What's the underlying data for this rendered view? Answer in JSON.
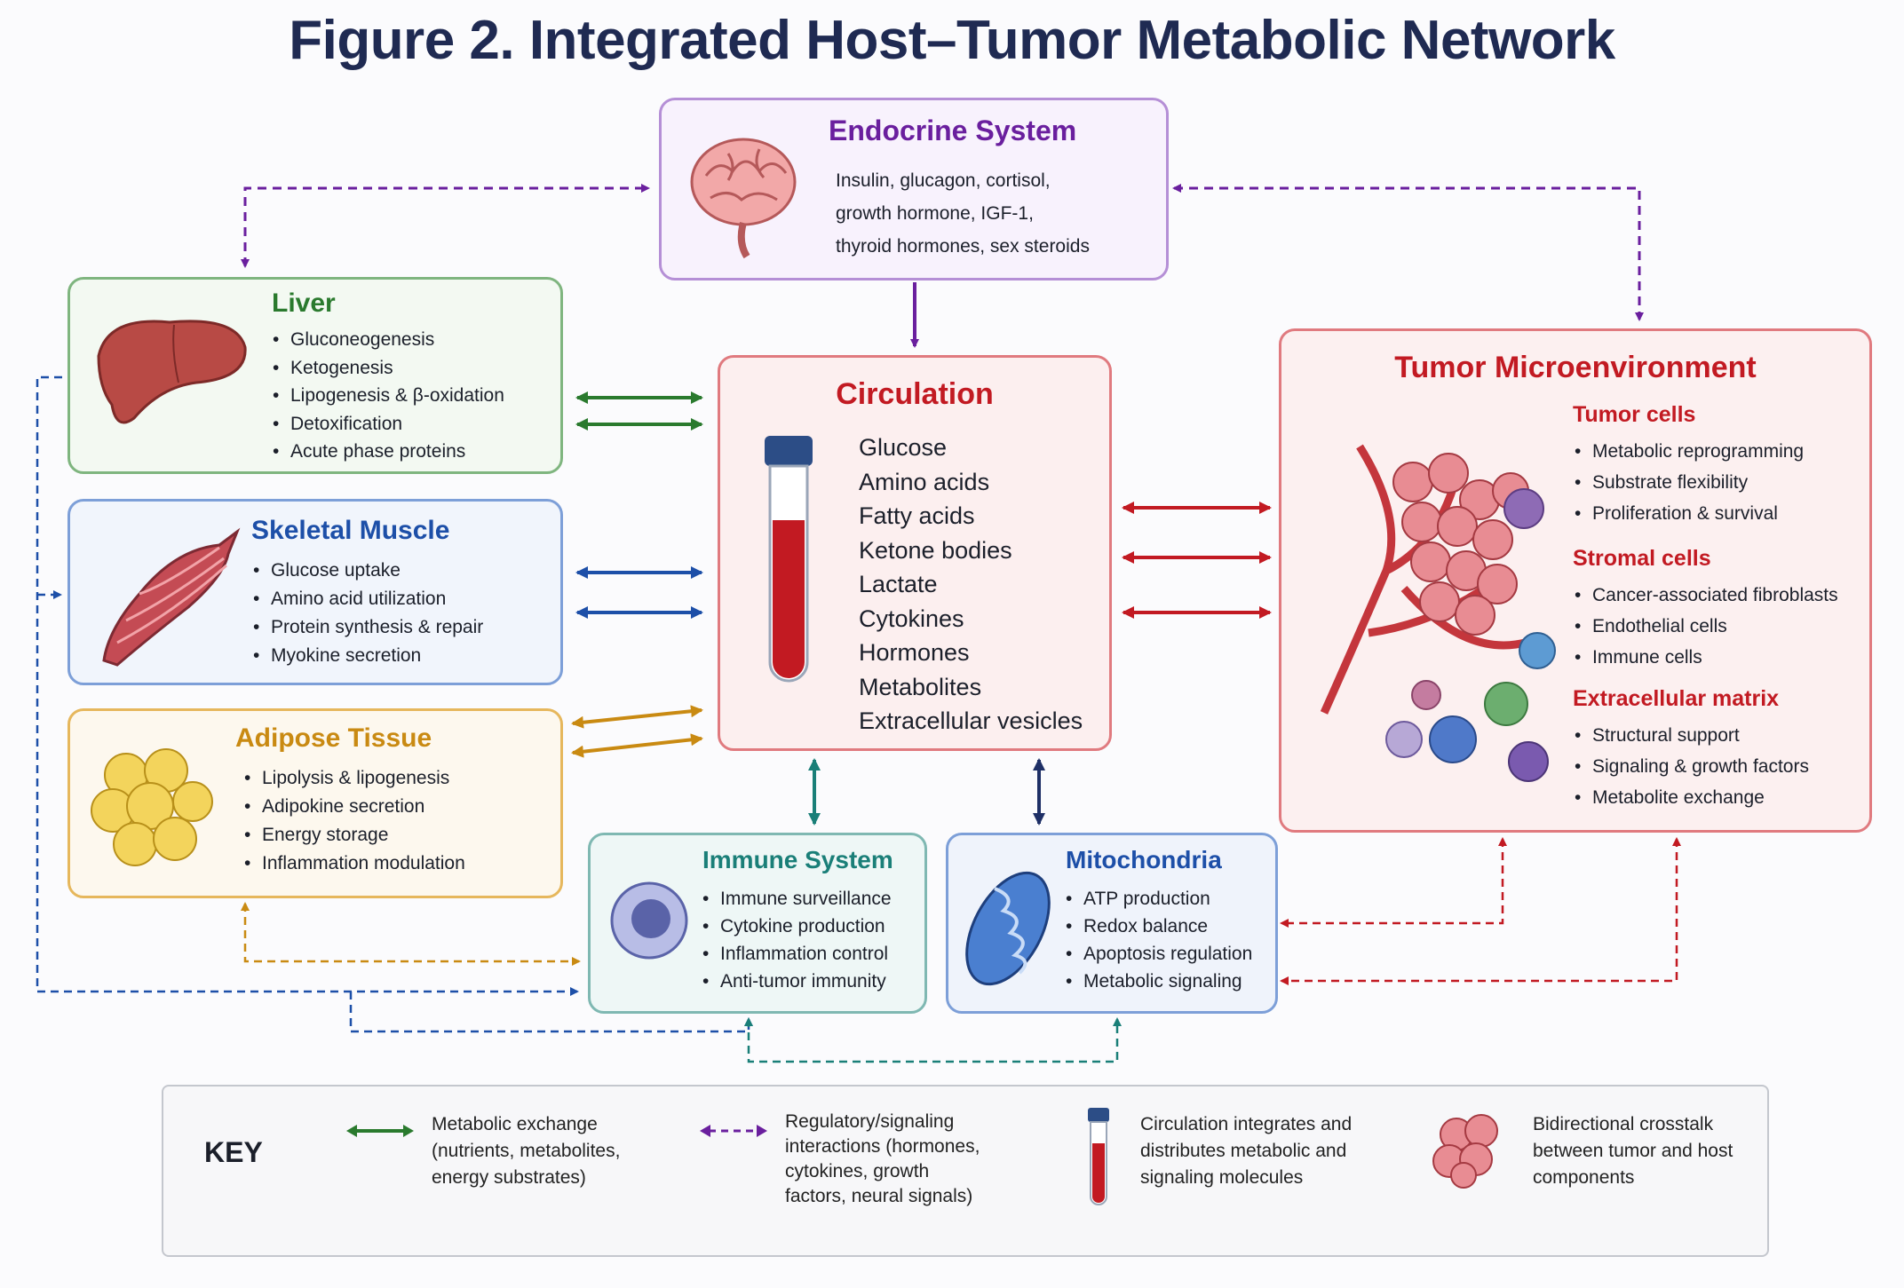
{
  "title": "Figure 2. Integrated Host–Tumor Metabolic Network",
  "colors": {
    "endocrine": "#6a1f9e",
    "liver": "#2a7a2e",
    "muscle": "#1d4fa8",
    "adipose": "#c98a12",
    "circulation": "#c21a22",
    "tumor": "#c21a22",
    "immune": "#1a7f78",
    "mito": "#1d4fa8"
  },
  "endocrine": {
    "title": "Endocrine System",
    "lines": [
      "Insulin, glucagon, cortisol,",
      "growth hormone, IGF-1,",
      "thyroid hormones, sex steroids"
    ]
  },
  "liver": {
    "title": "Liver",
    "items": [
      "Gluconeogenesis",
      "Ketogenesis",
      "Lipogenesis & β-oxidation",
      "Detoxification",
      "Acute phase proteins"
    ]
  },
  "muscle": {
    "title": "Skeletal Muscle",
    "items": [
      "Glucose uptake",
      "Amino acid utilization",
      "Protein synthesis & repair",
      "Myokine secretion"
    ]
  },
  "adipose": {
    "title": "Adipose Tissue",
    "items": [
      "Lipolysis & lipogenesis",
      "Adipokine secretion",
      "Energy storage",
      "Inflammation modulation"
    ]
  },
  "circulation": {
    "title": "Circulation",
    "items": [
      "Glucose",
      "Amino acids",
      "Fatty acids",
      "Ketone bodies",
      "Lactate",
      "Cytokines",
      "Hormones",
      "Metabolites",
      "Extracellular vesicles"
    ]
  },
  "tumor": {
    "title": "Tumor Microenvironment",
    "groups": [
      {
        "title": "Tumor cells",
        "items": [
          "Metabolic reprogramming",
          "Substrate flexibility",
          "Proliferation & survival"
        ]
      },
      {
        "title": "Stromal cells",
        "items": [
          "Cancer-associated fibroblasts",
          "Endothelial cells",
          "Immune cells"
        ]
      },
      {
        "title": "Extracellular matrix",
        "items": [
          "Structural support",
          "Signaling & growth factors",
          "Metabolite exchange"
        ]
      }
    ]
  },
  "immune": {
    "title": "Immune System",
    "items": [
      "Immune surveillance",
      "Cytokine production",
      "Inflammation control",
      "Anti-tumor immunity"
    ]
  },
  "mito": {
    "title": "Mitochondria",
    "items": [
      "ATP production",
      "Redox balance",
      "Apoptosis regulation",
      "Metabolic signaling"
    ]
  },
  "key": {
    "label": "KEY",
    "metabolic": "Metabolic exchange (nutrients, metabolites, energy substrates)",
    "regulatory": "Regulatory/signaling interactions (hormones, cytokines, growth factors, neural signals)",
    "circulation": "Circulation integrates and distributes metabolic and signaling molecules",
    "crosstalk": "Bidirectional crosstalk between tumor and host components"
  },
  "icons": [
    "brain-icon",
    "liver-icon",
    "muscle-icon",
    "adipocyte-icon",
    "blood-tube-icon",
    "tumor-vessel-icon",
    "immune-cell-icon",
    "mitochondrion-icon"
  ]
}
